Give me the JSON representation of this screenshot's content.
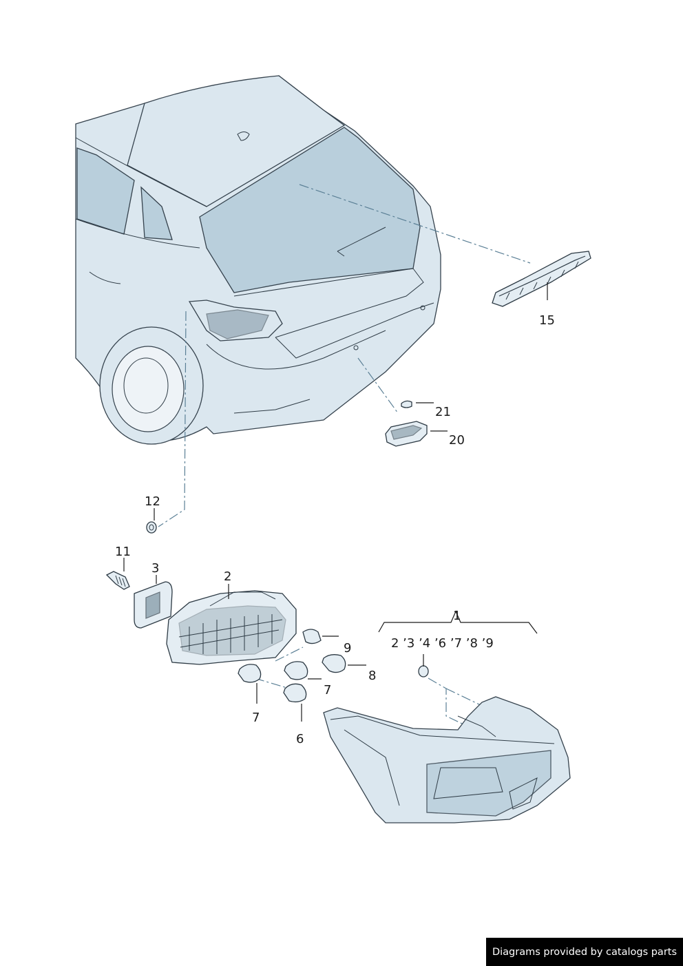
{
  "callouts": {
    "c1": "1",
    "c1_sub": "2 ’3 ’4 ’6 ’7 ’8 ’9",
    "c2": "2",
    "c3": "3",
    "c6": "6",
    "c7a": "7",
    "c7b": "7",
    "c8": "8",
    "c9": "9",
    "c11": "11",
    "c12": "12",
    "c15": "15",
    "c20": "20",
    "c21": "21"
  },
  "footer": {
    "text": "Diagrams provided by catalogs parts"
  },
  "colors": {
    "body": "#dbe7ef",
    "glass": "#b9cfdc",
    "outline": "#35424d",
    "dash": "#5a7f95"
  }
}
